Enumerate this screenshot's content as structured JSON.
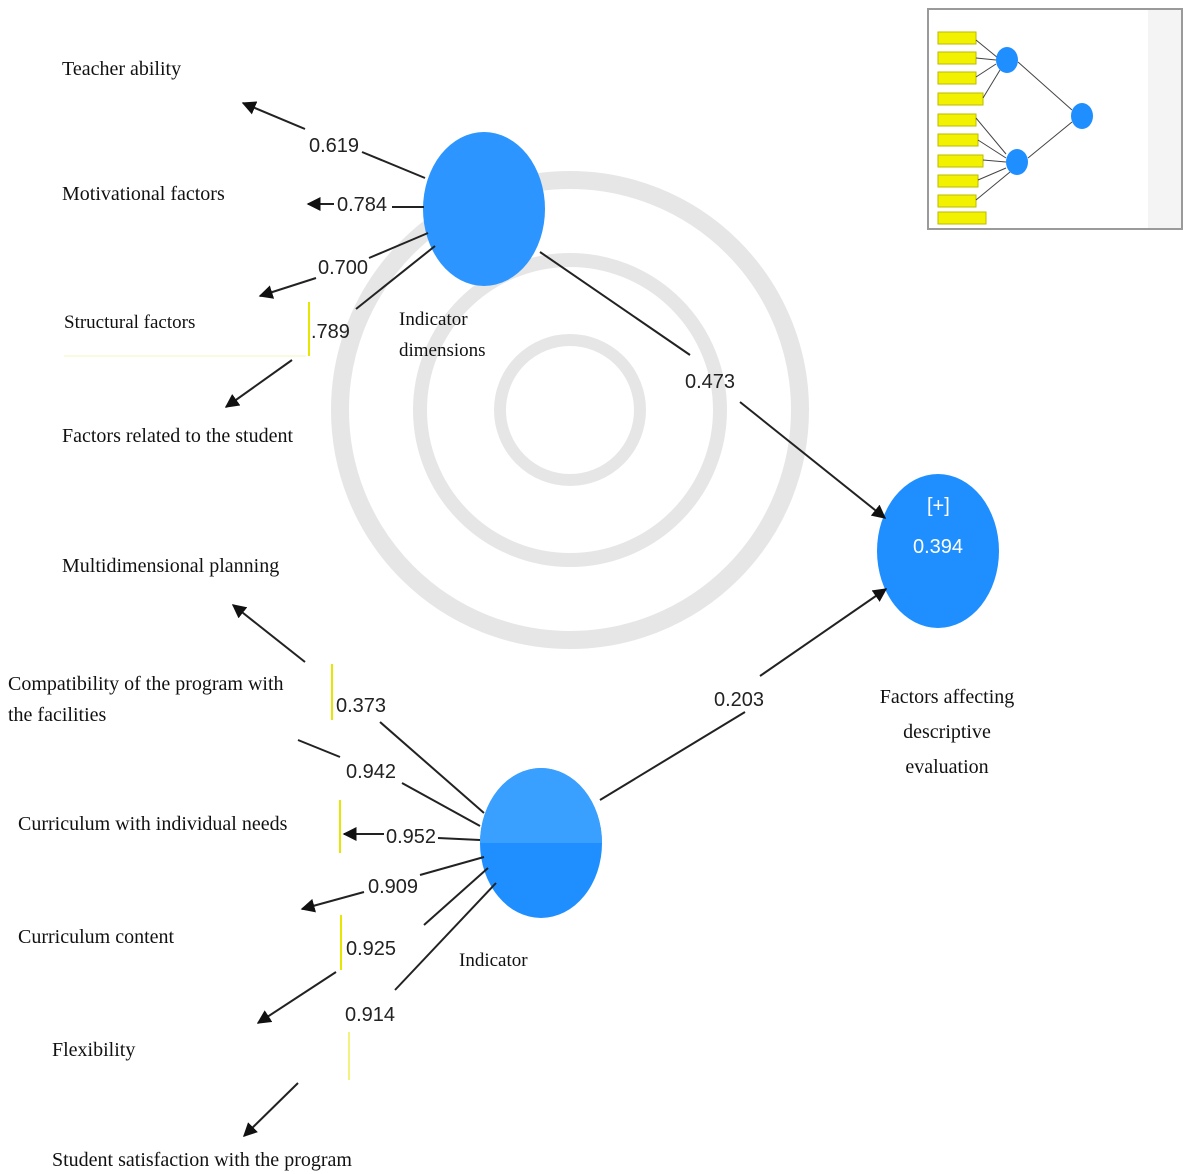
{
  "indicators_top": [
    {
      "label": "Teacher ability",
      "loading": "0.619"
    },
    {
      "label": "Motivational factors",
      "loading": "0.784"
    },
    {
      "label": "Structural factors",
      "loading": "0.700"
    },
    {
      "label": "Factors related to the student",
      "loading": ".789"
    }
  ],
  "indicators_bottom": [
    {
      "label": "Multidimensional planning",
      "loading": "0.373"
    },
    {
      "label": "Compatibility of the program with the facilities",
      "loading": "0.942"
    },
    {
      "label": "Curriculum with individual needs",
      "loading": "0.952"
    },
    {
      "label": "Curriculum content",
      "loading": "0.909"
    },
    {
      "label": "Flexibility",
      "loading": "0.925"
    },
    {
      "label": "Student satisfaction with the program",
      "loading": "0.914"
    }
  ],
  "constructs": {
    "dimensions": {
      "label_line1": "Indicator",
      "label_line2": "dimensions"
    },
    "indicator": {
      "label": "Indicator"
    },
    "outcome": {
      "label_line1": "Factors affecting",
      "label_line2": "descriptive",
      "label_line3": "evaluation",
      "r_squared": "0.394",
      "expand": "[+]"
    }
  },
  "paths": {
    "dimensions_to_outcome": "0.473",
    "indicator_to_outcome": "0.203"
  },
  "colors": {
    "node": "#1f8fff",
    "highlight": "#f2f200",
    "line": "#222222"
  }
}
